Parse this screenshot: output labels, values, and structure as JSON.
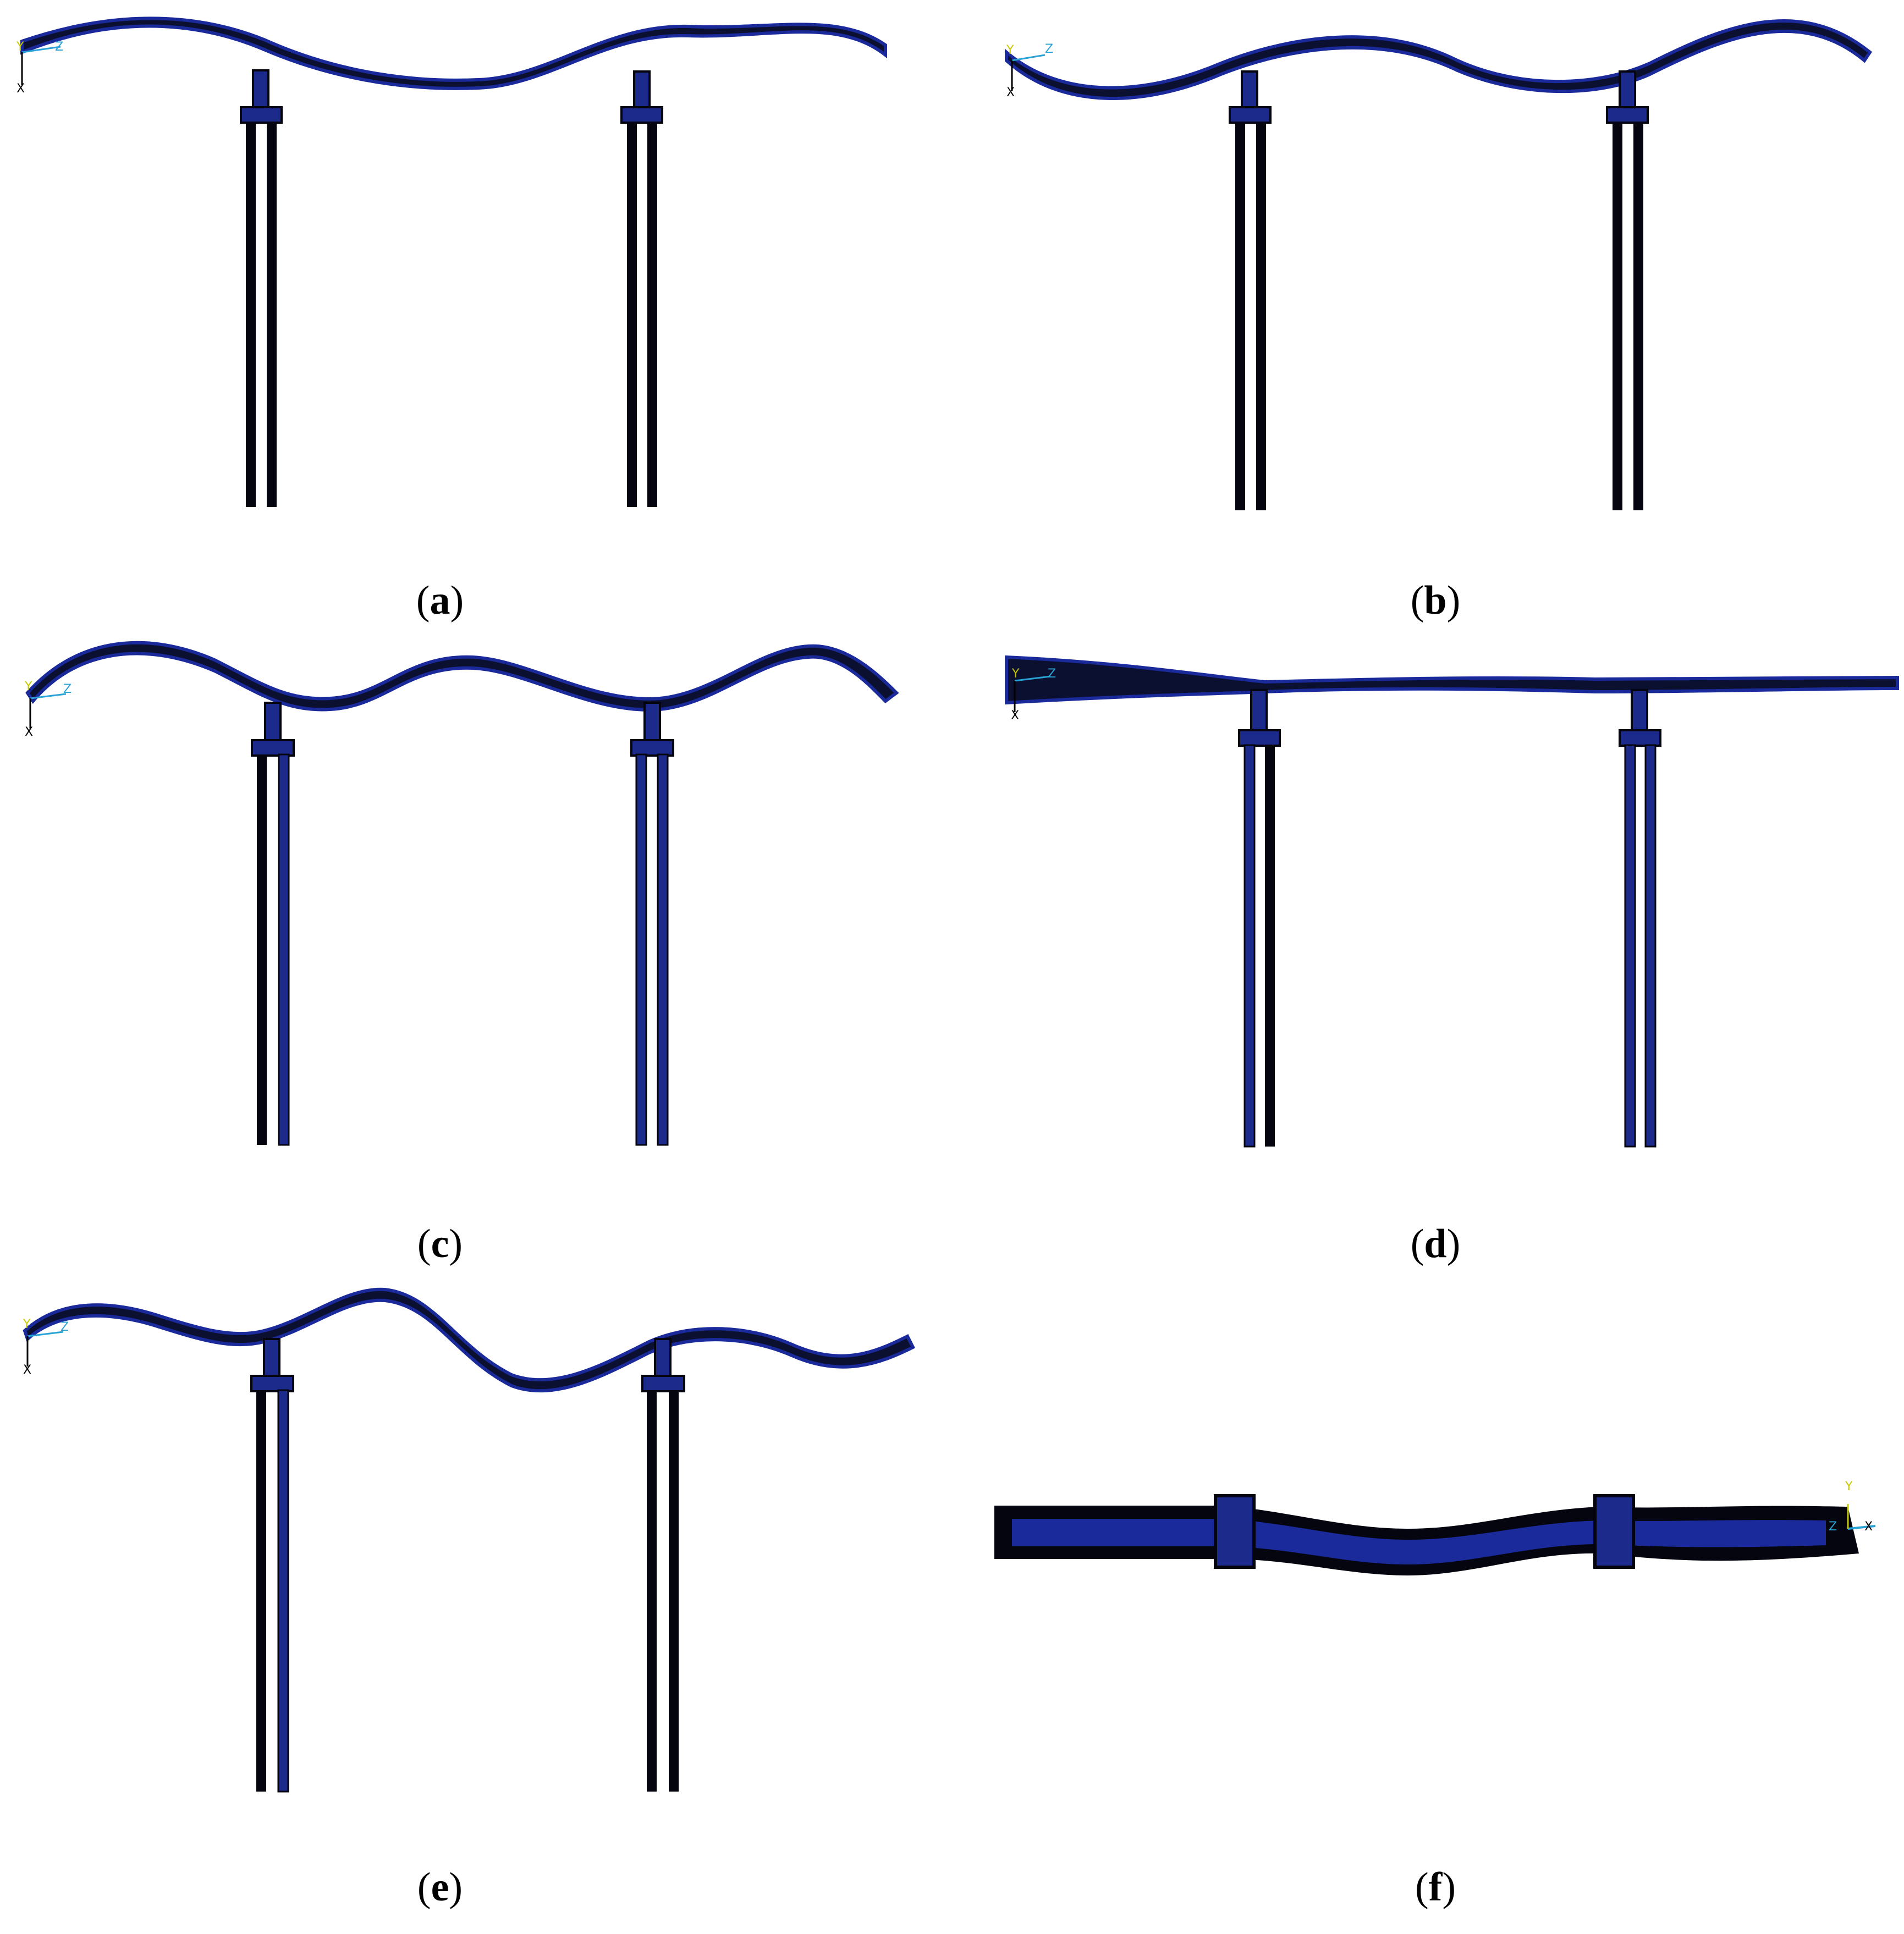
{
  "figure": {
    "captions": [
      {
        "id": "a",
        "paren_open": "(",
        "letter": "a",
        "paren_close": ")"
      },
      {
        "id": "b",
        "paren_open": "(",
        "letter": "b",
        "paren_close": ")"
      },
      {
        "id": "c",
        "paren_open": "(",
        "letter": "c",
        "paren_close": ")"
      },
      {
        "id": "d",
        "paren_open": "(",
        "letter": "d",
        "paren_close": ")"
      },
      {
        "id": "e",
        "paren_open": "(",
        "letter": "e",
        "paren_close": ")"
      },
      {
        "id": "f",
        "paren_open": "(",
        "letter": "f",
        "paren_close": ")"
      }
    ],
    "triad": {
      "a": [
        "Y",
        "Z",
        "X"
      ],
      "b": [
        "Y",
        "Z",
        "X"
      ],
      "c": [
        "Y",
        "Z",
        "X"
      ],
      "d": [
        "Y",
        "Z",
        "X"
      ],
      "e": [
        "Y",
        "Z",
        "X"
      ],
      "f": [
        "Y",
        "Z",
        "X"
      ]
    },
    "colors": {
      "deck": "#0b1030",
      "deck_mesh": "#1a2a9a",
      "pier": "#1c2a8c",
      "outline": "#050510",
      "axis_x": "#000000",
      "axis_y": "#c8c800",
      "axis_z": "#29a3d6"
    }
  }
}
